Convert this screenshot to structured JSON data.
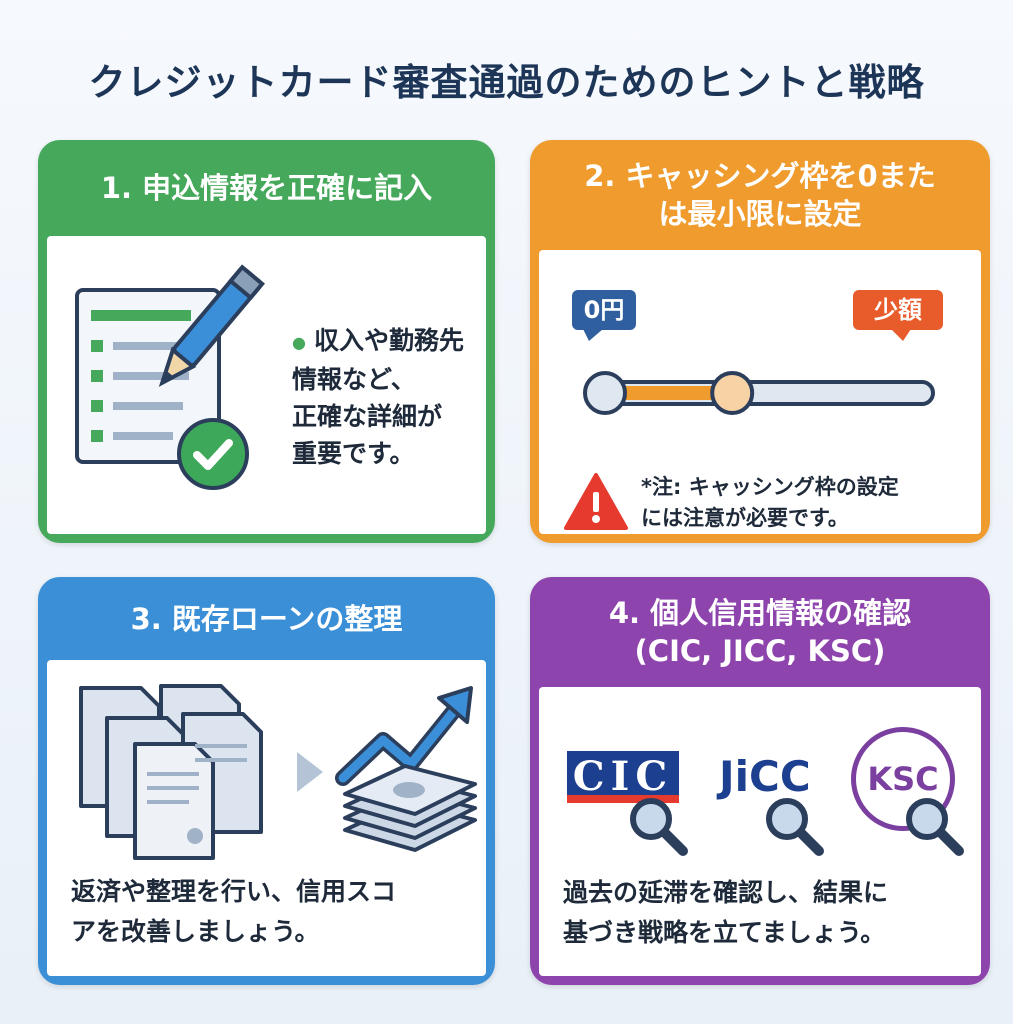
{
  "title": "クレジットカード審査通過のためのヒントと戦略",
  "card1": {
    "header": "1. 申込情報を正確に記入",
    "text_lines": [
      "収入や勤務先",
      "情報など、",
      "正確な詳細が",
      "重要です。"
    ],
    "icons": [
      "form-icon",
      "pencil-icon",
      "check-badge-icon"
    ],
    "accent": "#45a85b"
  },
  "card2": {
    "header_lines": [
      "2. キャッシング枠を0また",
      "は最小限に設定"
    ],
    "min_label": "0円",
    "max_label": "少額",
    "slider_value": 0.4,
    "note_lines": [
      "*注: キャッシング枠の設定",
      "には注意が必要です。"
    ],
    "icons": [
      "warning-icon"
    ],
    "accent": "#ef9b2d"
  },
  "card3": {
    "header": "3. 既存ローンの整理",
    "text_lines": [
      "返済や整理を行い、信用スコ",
      "アを改善しましょう。"
    ],
    "icons": [
      "documents-icon",
      "arrow-right-icon",
      "rising-arrow-icon",
      "money-stack-icon"
    ],
    "accent": "#3a8fd6"
  },
  "card4": {
    "header_lines": [
      "4. 個人信用情報の確認",
      "(CIC, JICC, KSC)"
    ],
    "logos": [
      "CIC",
      "JiCC",
      "KSC"
    ],
    "text_lines": [
      "過去の延滞を確認し、結果に",
      "基づき戦略を立てましょう。"
    ],
    "icons": [
      "magnifier-icon"
    ],
    "accent": "#8e44ad"
  }
}
